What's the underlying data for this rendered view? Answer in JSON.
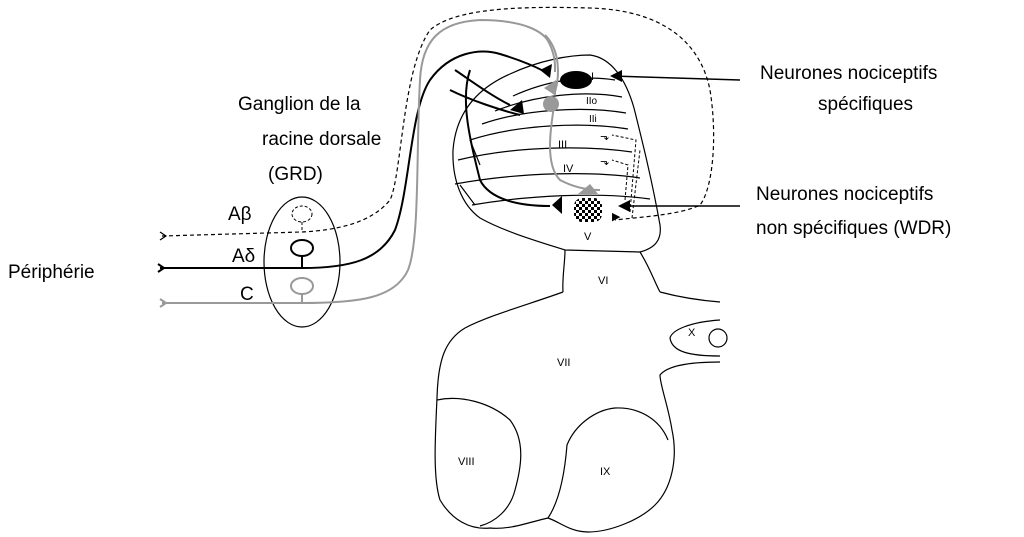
{
  "labels": {
    "ganglion_line1": "Ganglion de la",
    "ganglion_line2": "racine dorsale",
    "ganglion_line3": "(GRD)",
    "peripherie": "Périphérie",
    "fiber_abeta": "Aβ",
    "fiber_adelta": "Aδ",
    "fiber_c": "C",
    "nns_line1": "Neurones nociceptifs",
    "nns_line2": "spécifiques",
    "nnw_line1": "Neurones nociceptifs",
    "nnw_line2": "non spécifiques (WDR)"
  },
  "laminae": {
    "I": "I",
    "IIo": "IIo",
    "IIi": "IIi",
    "III": "III",
    "IV": "IV",
    "V": "V",
    "VI": "VI",
    "VII": "VII",
    "VIII": "VIII",
    "IX": "IX",
    "X": "X"
  },
  "colors": {
    "a_delta_fiber": "#000000",
    "c_fiber": "#999999",
    "a_beta_fiber": "#000000",
    "background": "#ffffff"
  }
}
